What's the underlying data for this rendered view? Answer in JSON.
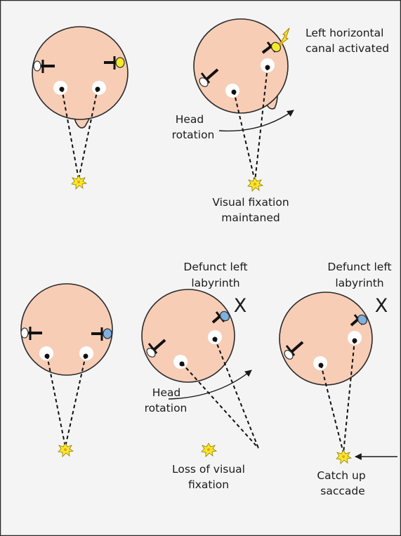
{
  "labels": {
    "canal_activated": [
      "Left horizontal",
      "canal activated"
    ],
    "head_rotation": [
      "Head",
      "rotation"
    ],
    "fixation_maintained": [
      "Visual fixation",
      "maintaned"
    ],
    "defunct_left_labyrinth": [
      "Defunct left",
      "labyrinth"
    ],
    "defunct_mark": "X",
    "loss_of_fixation": [
      "Loss of visual",
      "fixation"
    ],
    "catch_up_saccade": [
      "Catch up",
      "saccade"
    ]
  },
  "colors": {
    "background": "#f4f4f4",
    "frame": "#2a2a2a",
    "head_fill": "#f7cdb6",
    "head_stroke": "#2a2a2a",
    "canal_active": "#f4ea2a",
    "canal_defunct": "#7eb0e0",
    "target_star": "#f6e82a",
    "target_orange": "#f0a020"
  }
}
